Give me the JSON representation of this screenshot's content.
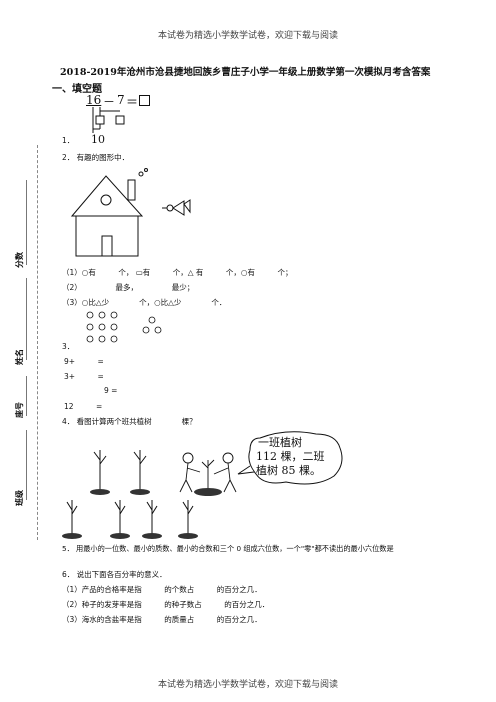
{
  "header": "本试卷为精选小学数学试卷，欢迎下载与阅读",
  "footer": "本试卷为精选小学数学试卷，欢迎下载与阅读",
  "title": "2018-2019年沧州市沧县捷地回族乡曹庄子小学一年级上册数学第一次模拟月考含答案",
  "section": "一、填空题",
  "side": {
    "score": "分数",
    "name": "姓名",
    "seat": "座号",
    "class": "班级"
  },
  "q1": {
    "num": "1．",
    "a": "16",
    "op": "－",
    "b": "7",
    "eq": "＝",
    "ten": "10"
  },
  "q2": {
    "stem": "2．  有趣的图形中．",
    "l1": "（1）○有　　　个，  ▭有　　　个，△ 有　　　个，○有　　　个；",
    "l2": "（2）　　　　　最多，　　　　　最少；",
    "l3": "（3）○比△少　　　　个，○比△少　　　　个．"
  },
  "q3": {
    "num": "3．",
    "r1": "9+　　　=",
    "r2": "3+　　　=",
    "r3": "9 =",
    "r4": "12　　　="
  },
  "q4": {
    "stem": "4．  看图计算两个班共植树　　　　棵？",
    "bubble1": "一班植树",
    "bubble2": "112 棵，二班",
    "bubble3": "植树 85 棵。"
  },
  "q5": {
    "stem": "5．  用最小的一位数、最小的质数、最小的合数和三个  0  组成六位数，一个\"零\"都不读出的最小六位数是"
  },
  "q6": {
    "stem": "6．  说出下面各百分率的意义．",
    "l1": "（1）产品的合格率是指　　　的个数占　　　的百分之几．",
    "l2": "（2）种子的发芽率是指　　　的种子数占　　　的百分之几．",
    "l3": "（3）海水的含盐率是指　　　的质量占　　　的百分之几．"
  }
}
